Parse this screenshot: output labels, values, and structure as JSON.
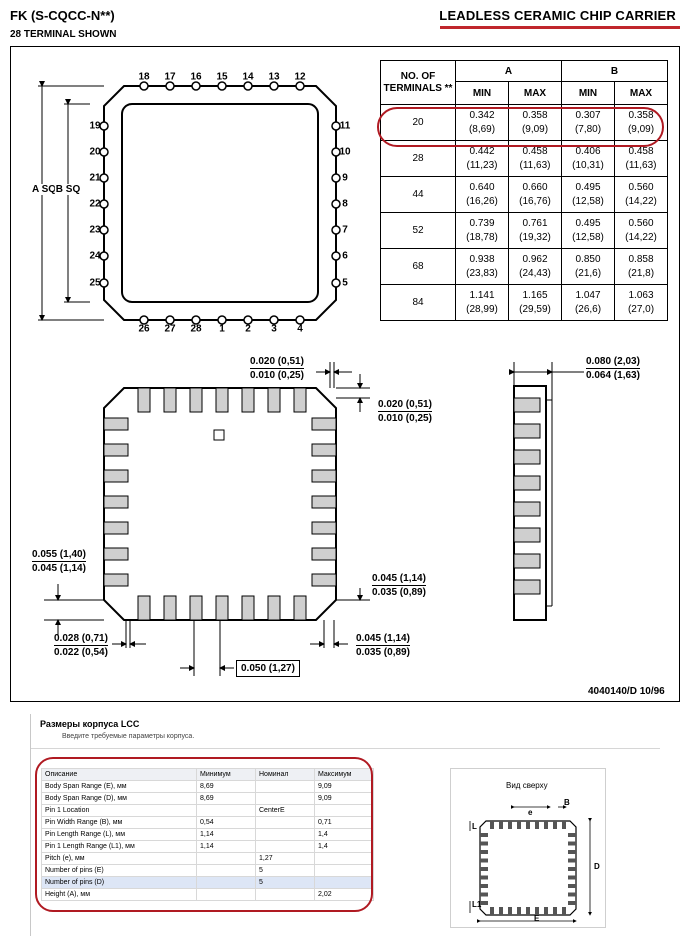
{
  "header": {
    "part": "FK (S-CQCC-N**)",
    "terminals_shown": "28 TERMINAL SHOWN",
    "package_name": "LEADLESS CERAMIC CHIP CARRIER",
    "accent_color": "#c0262c"
  },
  "top_view": {
    "pins_top": [
      "18",
      "17",
      "16",
      "15",
      "14",
      "13",
      "12"
    ],
    "pins_left": [
      "19",
      "20",
      "21",
      "22",
      "23",
      "24",
      "25"
    ],
    "pins_right": [
      "11",
      "10",
      "9",
      "8",
      "7",
      "6",
      "5"
    ],
    "pins_bottom": [
      "26",
      "27",
      "28",
      "1",
      "2",
      "3",
      "4"
    ],
    "label_a": "A SQ",
    "label_b": "B SQ"
  },
  "dimension_table": {
    "col_terminals": "NO. OF TERMINALS **",
    "col_a": "A",
    "col_b": "B",
    "min": "MIN",
    "max": "MAX",
    "rows": [
      {
        "n": "20",
        "a_min": "0.342",
        "a_min_mm": "(8,69)",
        "a_max": "0.358",
        "a_max_mm": "(9,09)",
        "b_min": "0.307",
        "b_min_mm": "(7,80)",
        "b_max": "0.358",
        "b_max_mm": "(9,09)"
      },
      {
        "n": "28",
        "a_min": "0.442",
        "a_min_mm": "(11,23)",
        "a_max": "0.458",
        "a_max_mm": "(11,63)",
        "b_min": "0.406",
        "b_min_mm": "(10,31)",
        "b_max": "0.458",
        "b_max_mm": "(11,63)"
      },
      {
        "n": "44",
        "a_min": "0.640",
        "a_min_mm": "(16,26)",
        "a_max": "0.660",
        "a_max_mm": "(16,76)",
        "b_min": "0.495",
        "b_min_mm": "(12,58)",
        "b_max": "0.560",
        "b_max_mm": "(14,22)"
      },
      {
        "n": "52",
        "a_min": "0.739",
        "a_min_mm": "(18,78)",
        "a_max": "0.761",
        "a_max_mm": "(19,32)",
        "b_min": "0.495",
        "b_min_mm": "(12,58)",
        "b_max": "0.560",
        "b_max_mm": "(14,22)"
      },
      {
        "n": "68",
        "a_min": "0.938",
        "a_min_mm": "(23,83)",
        "a_max": "0.962",
        "a_max_mm": "(24,43)",
        "b_min": "0.850",
        "b_min_mm": "(21,6)",
        "b_max": "0.858",
        "b_max_mm": "(21,8)"
      },
      {
        "n": "84",
        "a_min": "1.141",
        "a_min_mm": "(28,99)",
        "a_max": "1.165",
        "a_max_mm": "(29,59)",
        "b_min": "1.047",
        "b_min_mm": "(26,6)",
        "b_max": "1.063",
        "b_max_mm": "(27,0)"
      }
    ]
  },
  "bottom_view_dims": {
    "pin_width_max": "0.020 (0,51)",
    "pin_width_min": "0.010 (0,25)",
    "pin_gap_max": "0.020 (0,51)",
    "pin_gap_min": "0.010 (0,25)",
    "corner_max": "0.055 (1,40)",
    "corner_min": "0.045 (1,14)",
    "right_len_max": "0.045 (1,14)",
    "right_len_min": "0.035 (0,89)",
    "bot_left_max": "0.028 (0,71)",
    "bot_left_min": "0.022 (0,54)",
    "bot_right_max": "0.045 (1,14)",
    "bot_right_min": "0.035 (0,89)",
    "pitch": "0.050 (1,27)"
  },
  "side_view_dims": {
    "height_max": "0.080 (2,03)",
    "height_min": "0.064 (1,63)"
  },
  "doc_number": "4040140/D 10/96",
  "dialog": {
    "title": "Размеры корпуса LCC",
    "subtitle": "Введите требуемые параметры корпуса.",
    "columns": [
      "Описание",
      "Минимум",
      "Номинал",
      "Максимум"
    ],
    "rows": [
      {
        "desc": "Body Span Range (E), мм",
        "min": "8,69",
        "nom": "",
        "max": "9,09"
      },
      {
        "desc": "Body Span Range (D), мм",
        "min": "8,69",
        "nom": "",
        "max": "9,09"
      },
      {
        "desc": "Pin 1 Location",
        "min": "",
        "nom": "CenterE",
        "max": ""
      },
      {
        "desc": "Pin Width Range (B), мм",
        "min": "0,54",
        "nom": "",
        "max": "0,71"
      },
      {
        "desc": "Pin Length Range (L), мм",
        "min": "1,14",
        "nom": "",
        "max": "1,4"
      },
      {
        "desc": "Pin 1 Length Range (L1), мм",
        "min": "1,14",
        "nom": "",
        "max": "1,4"
      },
      {
        "desc": "Pitch (e), мм",
        "min": "",
        "nom": "1,27",
        "max": ""
      },
      {
        "desc": "Number of pins (E)",
        "min": "",
        "nom": "5",
        "max": ""
      },
      {
        "desc": "Number of pins (D)",
        "min": "",
        "nom": "5",
        "max": ""
      },
      {
        "desc": "Height (A), мм",
        "min": "",
        "nom": "",
        "max": "2,02"
      }
    ],
    "preview_title": "Вид сверху",
    "preview_labels": {
      "e": "e",
      "b": "B",
      "l": "L",
      "d": "D",
      "l1": "L1",
      "e_bottom": "E"
    },
    "highlight_color": "#b01a22"
  }
}
